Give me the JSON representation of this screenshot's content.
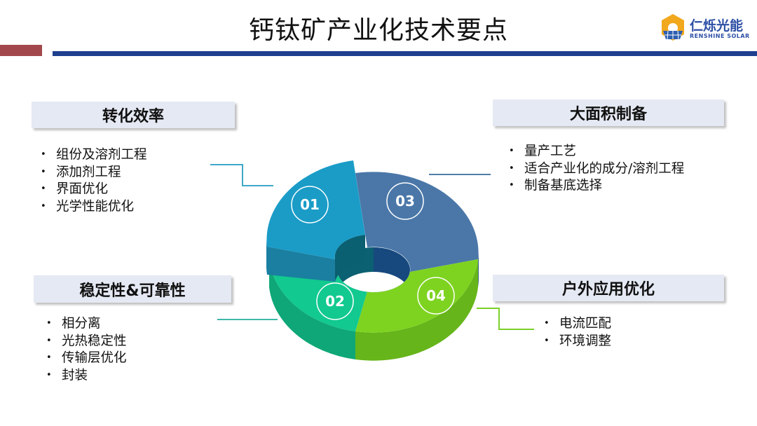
{
  "title": "钙钛矿产业化技术要点",
  "logo": {
    "name_cn": "仁烁光能",
    "name_en": "RENSHINE SOLAR"
  },
  "sections": [
    {
      "number": "01",
      "heading": "转化效率",
      "items": [
        "组份及溶剂工程",
        "添加剂工程",
        "界面优化",
        "光学性能优化"
      ]
    },
    {
      "number": "02",
      "heading": "稳定性&可靠性",
      "items": [
        "相分离",
        "光热稳定性",
        "传输层优化",
        "封装"
      ]
    },
    {
      "number": "03",
      "heading": "大面积制备",
      "items": [
        "量产工艺",
        "适合产业化的成分/溶剂工程",
        "制备基底选择"
      ]
    },
    {
      "number": "04",
      "heading": "户外应用优化",
      "items": [
        "电流匹配",
        "环境调整"
      ]
    }
  ],
  "bullet": "•",
  "colors": {
    "seg01": "#1a9cc7",
    "seg02": "#12c98f",
    "seg03": "#4a77a8",
    "seg04": "#7ed321",
    "rule": "#1f3f8f",
    "accent": "#a2484c"
  }
}
